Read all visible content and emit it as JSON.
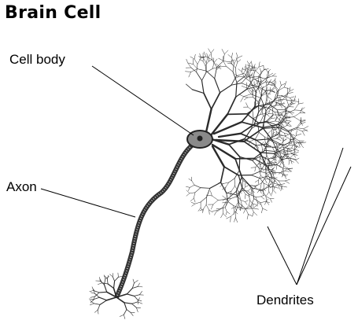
{
  "diagram": {
    "title": "Brain Cell",
    "labels": {
      "cell_body": "Cell body",
      "axon": "Axon",
      "dendrites": "Dendrites"
    }
  }
}
